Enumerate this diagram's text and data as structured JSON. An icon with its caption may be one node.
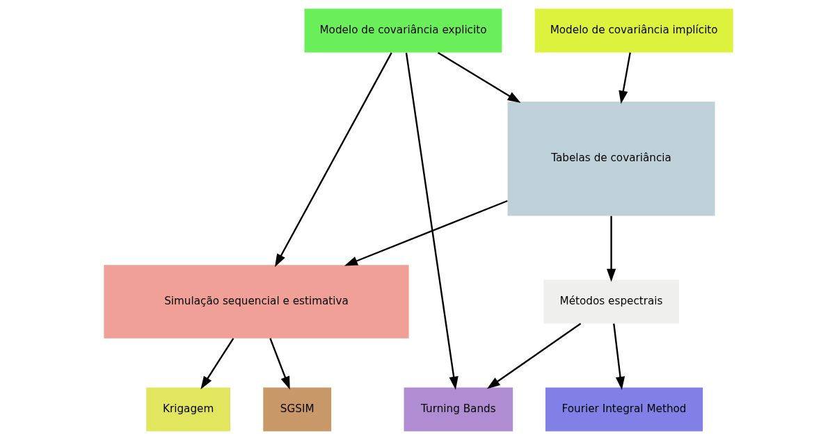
{
  "diagram": {
    "nodes": [
      {
        "text": [
          "Modelo de covariância explicito"
        ]
      },
      {
        "text": [
          "Modelo de covariância implícito"
        ]
      },
      {
        "text": [
          "Tabelas de covariância"
        ]
      },
      {
        "text": [
          "Simulação sequencial e estimativa"
        ]
      },
      {
        "text": [
          "Métodos espectrais"
        ]
      },
      {
        "text": [
          "SGSIM"
        ]
      },
      {
        "text": [
          "Krigagem"
        ]
      },
      {
        "text": [
          "Turning Bands"
        ]
      },
      {
        "text": [
          "Fourier Integral Method"
        ]
      }
    ],
    "edges": [
      {
        "from": 0,
        "to": 2,
        "arrow": "to"
      },
      {
        "from": 1,
        "to": 2,
        "arrow": "to"
      },
      {
        "from": 0,
        "to": 3,
        "arrow": "to"
      },
      {
        "from": 0,
        "to": 7,
        "arrow": "to"
      },
      {
        "from": 2,
        "to": 3,
        "arrow": "to"
      },
      {
        "from": 2,
        "to": 4,
        "arrow": "to"
      },
      {
        "from": 3,
        "to": 5,
        "arrow": "to"
      },
      {
        "from": 3,
        "to": 6,
        "arrow": "to"
      },
      {
        "from": 4,
        "to": 7,
        "arrow": "to"
      },
      {
        "from": 4,
        "to": 8,
        "arrow": "to"
      }
    ]
  }
}
